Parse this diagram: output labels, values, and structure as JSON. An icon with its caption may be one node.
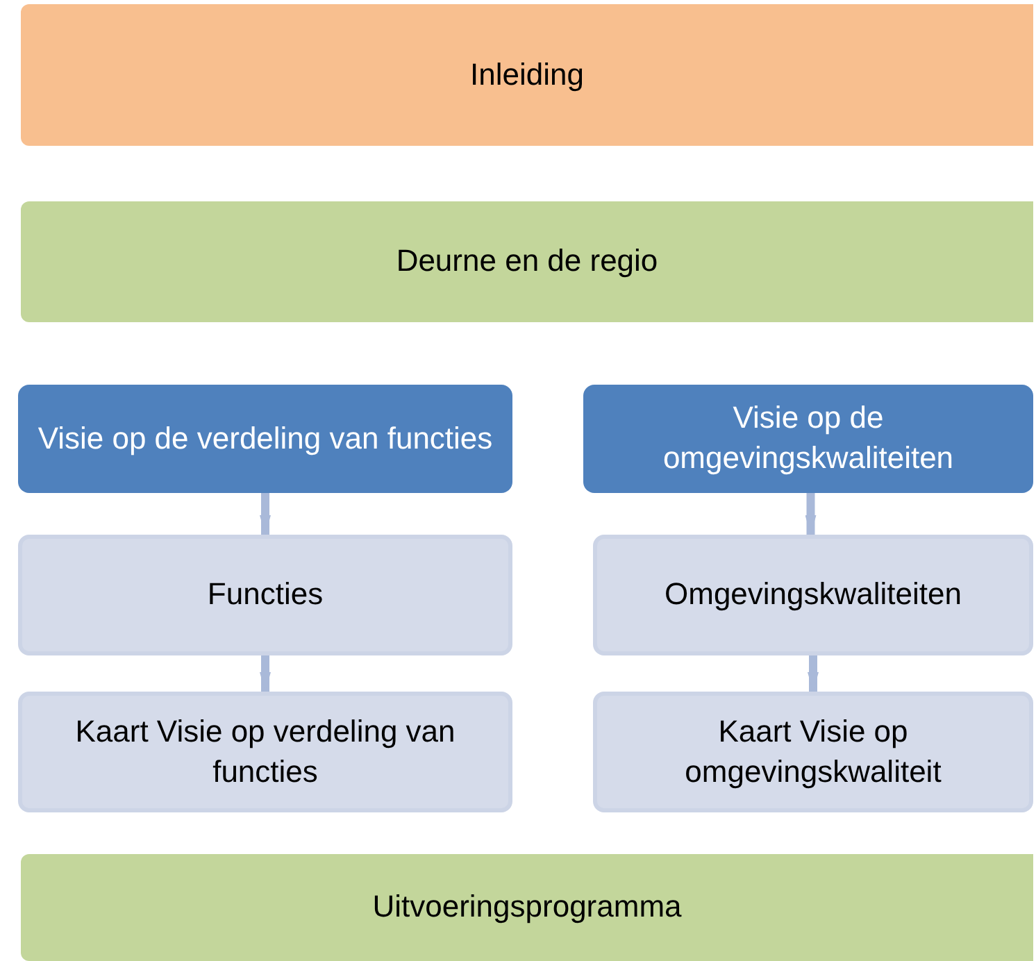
{
  "diagram": {
    "nodes": [
      {
        "text": [
          "Inleiding"
        ]
      },
      {
        "text": [
          "Deurne en de regio"
        ]
      },
      {
        "text": [
          "Visie op de verdeling van functies"
        ]
      },
      {
        "text": [
          "Visie op de omgevingskwaliteiten"
        ]
      },
      {
        "text": [
          "Functies"
        ]
      },
      {
        "text": [
          "Omgevingskwaliteiten"
        ]
      },
      {
        "text": [
          "Kaart Visie op verdeling van functies"
        ]
      },
      {
        "text": [
          "Kaart Visie op omgevingskwaliteit"
        ]
      },
      {
        "text": [
          "Uitvoeringsprogramma"
        ]
      }
    ],
    "edges": [
      {
        "from": 2,
        "to": 4,
        "arrow": "to"
      },
      {
        "from": 4,
        "to": 6,
        "arrow": "to"
      },
      {
        "from": 3,
        "to": 5,
        "arrow": "to"
      },
      {
        "from": 5,
        "to": 7,
        "arrow": "to"
      }
    ]
  }
}
